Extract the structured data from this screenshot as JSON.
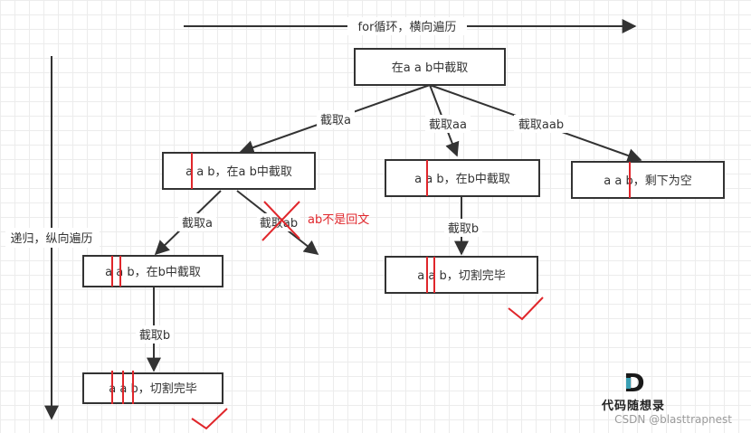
{
  "colors": {
    "line": "#333333",
    "accent": "#e0262b",
    "box_fill": "#ffffff"
  },
  "top_arrow_label": "for循环，横向遍历",
  "left_arrow_label": "递归，纵向遍历",
  "nodes": {
    "root": "在a a b中截取",
    "n1": "a a b，在a b中截取",
    "n2": "a a b，在b中截取",
    "n3": "a a b，剩下为空",
    "n4": "a a b，在b中截取",
    "n5": "a a b，切割完毕",
    "n6": "a a b，切割完毕"
  },
  "edges": {
    "root_n1": "截取a",
    "root_n2": "截取aa",
    "root_n3": "截取aab",
    "n1_n4": "截取a",
    "n1_x": "截取ab",
    "n2_n5": "截取b",
    "n4_n6": "截取b"
  },
  "annotation": "ab不是回文",
  "logo": {
    "mark": "D",
    "name": "代码随想录"
  },
  "watermark": "CSDN @blasttrapnest"
}
